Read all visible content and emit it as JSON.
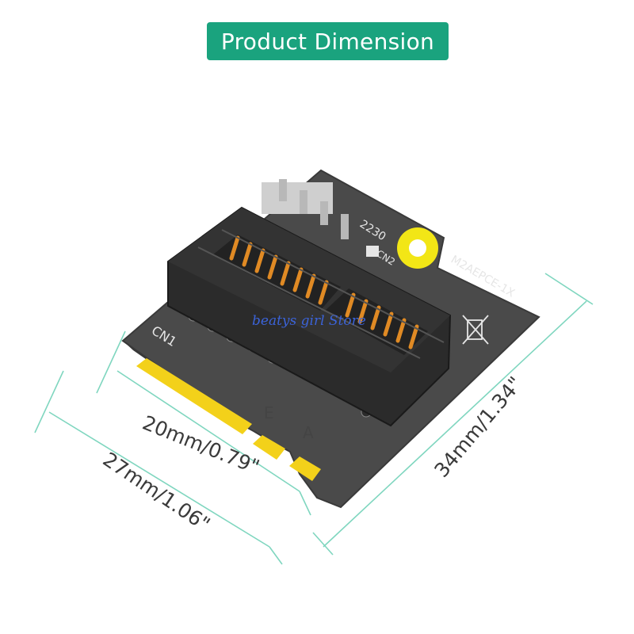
{
  "banner": {
    "title": "Product Dimension",
    "color": "#1aa37e"
  },
  "board": {
    "model": "M2AEPCE-1X",
    "size_code": "2230",
    "connector_main": "CN1",
    "connector_aux": "CN2",
    "key_left": "E",
    "key_right": "A",
    "colors": {
      "pcb": "#4a4a4a",
      "slot": "#2b2b2b",
      "gold": "#f3d11a",
      "copper": "#e08a24",
      "mount": "#f2e616"
    }
  },
  "dimensions": {
    "inner_width": "20mm/0.79\"",
    "outer_width": "27mm/1.06\"",
    "length": "34mm/1.34\"",
    "line_color": "#7fd6bf"
  },
  "watermark": "beatys girl Store"
}
